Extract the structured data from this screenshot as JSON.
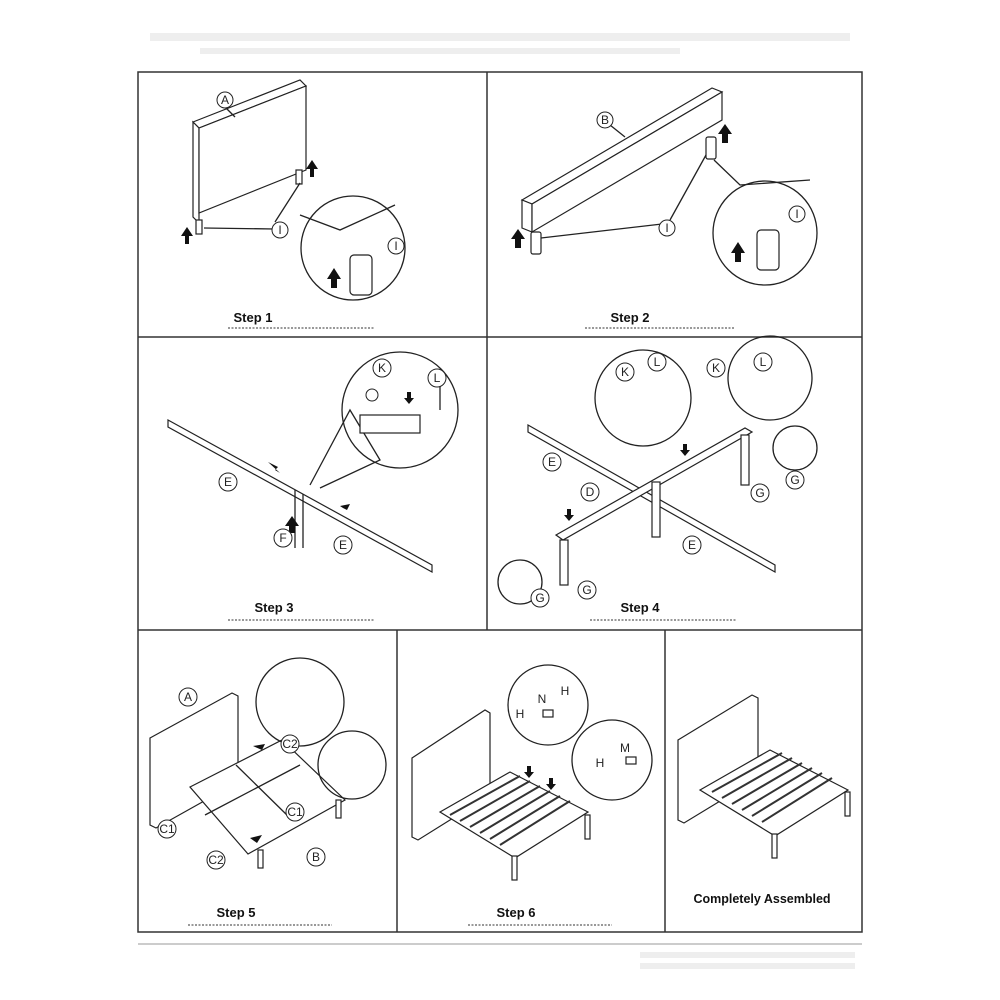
{
  "steps": [
    {
      "label": "Step 1",
      "callouts": [
        "A",
        "I",
        "I"
      ]
    },
    {
      "label": "Step 2",
      "callouts": [
        "B",
        "I",
        "I"
      ]
    },
    {
      "label": "Step 3",
      "callouts": [
        "E",
        "F",
        "E",
        "K",
        "L"
      ]
    },
    {
      "label": "Step 4",
      "callouts": [
        "K",
        "L",
        "K",
        "L",
        "E",
        "D",
        "G",
        "G",
        "E",
        "G",
        "G"
      ]
    },
    {
      "label": "Step 5",
      "callouts": [
        "A",
        "C2",
        "C1",
        "C1",
        "C2",
        "B"
      ]
    },
    {
      "label": "Step 6",
      "callouts": [
        "N",
        "H",
        "H",
        "H",
        "M"
      ]
    }
  ],
  "final": {
    "label": "Completely Assembled"
  }
}
